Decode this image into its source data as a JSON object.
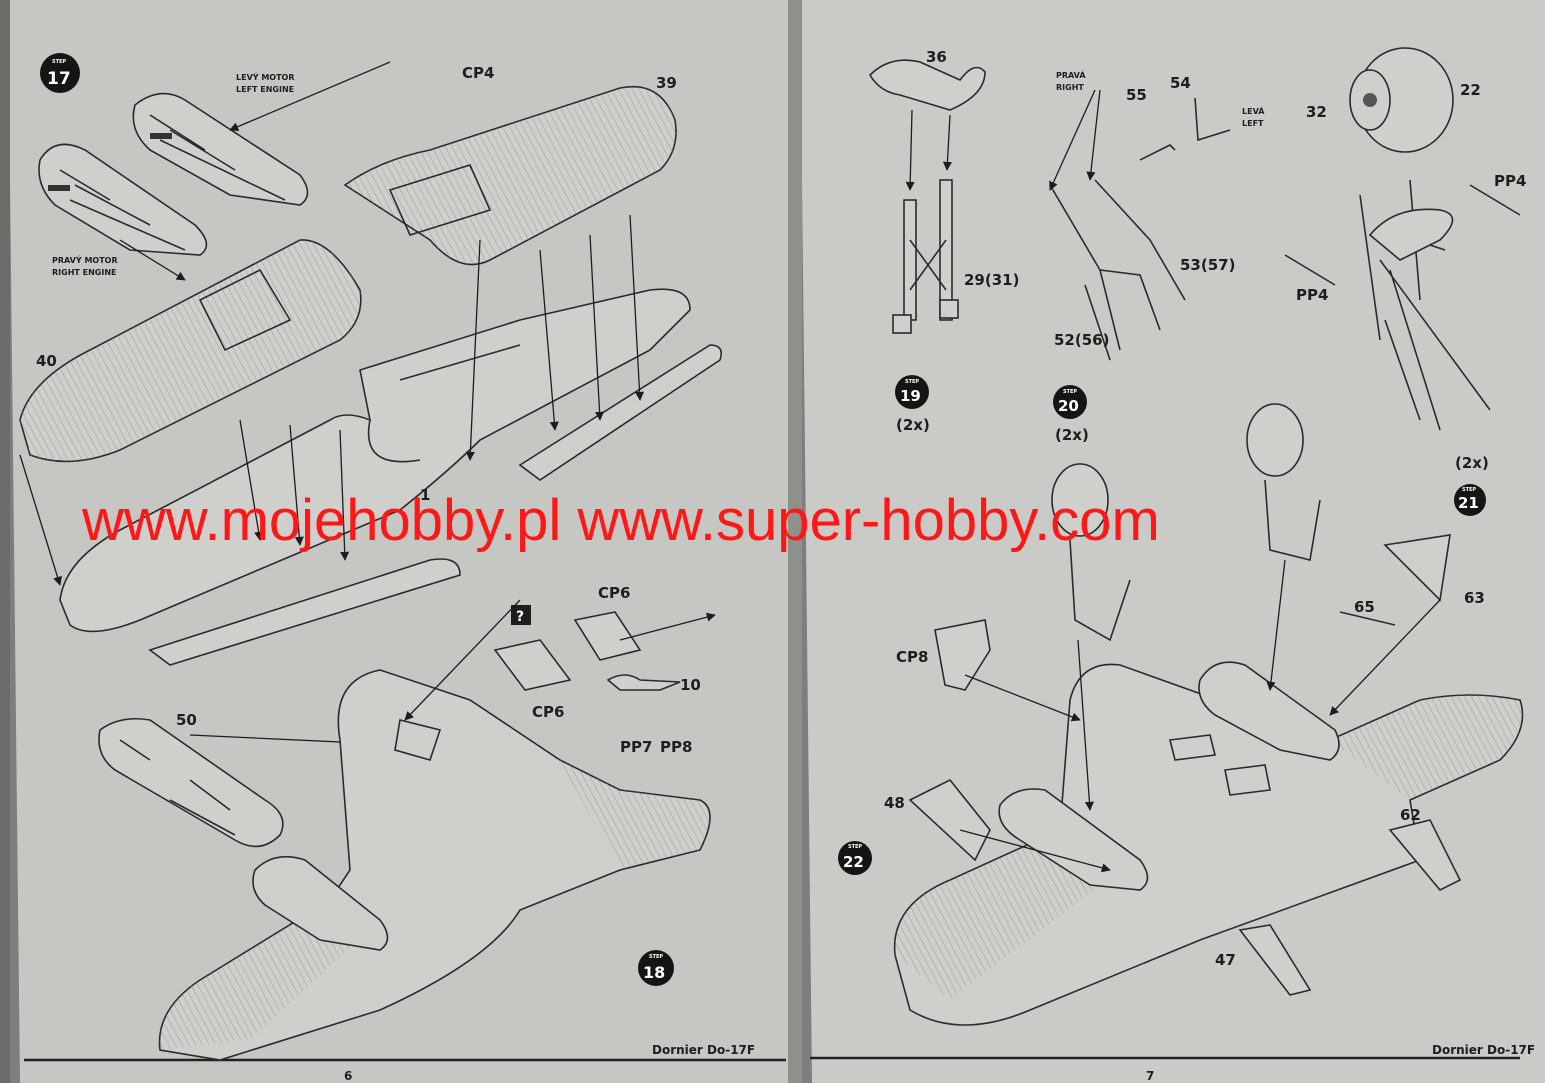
{
  "footer": {
    "left_title": "Dornier Do-17F",
    "right_title": "Dornier Do-17F",
    "left_page": "6",
    "right_page": "7"
  },
  "watermark": "www.mojehobby.pl www.super-hobby.com",
  "steps": {
    "step_word": "STEP",
    "s17": "17",
    "s18": "18",
    "s19": "19",
    "s20": "20",
    "s21": "21",
    "s22": "22",
    "qty19": "(2x)",
    "qty20": "(2x)",
    "qty21": "(2x)"
  },
  "left_page_labels": {
    "levy_motor": "LEVÝ MOTOR",
    "left_engine": "LEFT ENGINE",
    "pravy_motor": "PRAVÝ MOTOR",
    "right_engine": "RIGHT ENGINE",
    "cp4": "CP4",
    "p39": "39",
    "p40": "40",
    "p1x": "1",
    "p50": "50",
    "cp6a": "CP6",
    "cp6b": "CP6",
    "p10": "10",
    "pp7": "PP7",
    "pp8": "PP8"
  },
  "right_page_labels": {
    "p36": "36",
    "prava": "PRAVÁ",
    "right": "RIGHT",
    "p55": "55",
    "p54": "54",
    "leva": "LEVÁ",
    "left": "LEFT",
    "p32": "32",
    "p22": "22",
    "pp4a": "PP4",
    "pp4b": "PP4",
    "p29_31": "29(31)",
    "p53_57": "53(57)",
    "p52_56": "52(56)",
    "p65": "65",
    "p63": "63",
    "cp8": "CP8",
    "p48": "48",
    "p62": "62",
    "p47": "47"
  }
}
